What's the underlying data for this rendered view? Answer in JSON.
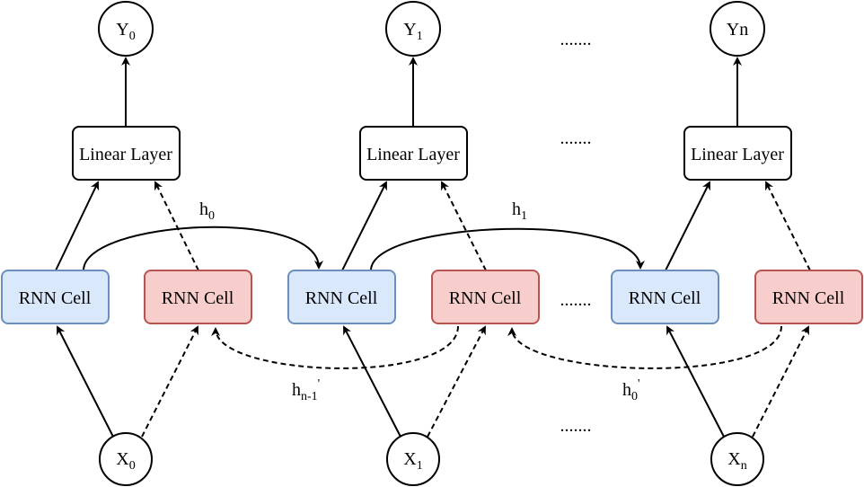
{
  "nodes": {
    "y0": {
      "base": "Y",
      "sub": "0"
    },
    "y1": {
      "base": "Y",
      "sub": "1"
    },
    "yn": {
      "base": "Yn",
      "sub": ""
    },
    "x0": {
      "base": "X",
      "sub": "0"
    },
    "x1": {
      "base": "X",
      "sub": "1"
    },
    "xn": {
      "base": "X",
      "sub": "n"
    }
  },
  "linear_layer_label": "Linear Layer",
  "rnn_cell_label": "RNN Cell",
  "edges": {
    "h0": {
      "base": "h",
      "sub": "0"
    },
    "h1": {
      "base": "h",
      "sub": "1"
    },
    "hn1p": {
      "base": "h",
      "sub": "n-1",
      "sup": "'"
    },
    "h0p": {
      "base": "h",
      "sub": "0",
      "sup": "'"
    }
  },
  "ellipsis": ".......",
  "colors": {
    "forward_fill": "#dae8fc",
    "forward_stroke": "#6c8ebf",
    "backward_fill": "#f8cecc",
    "backward_stroke": "#b85450"
  }
}
